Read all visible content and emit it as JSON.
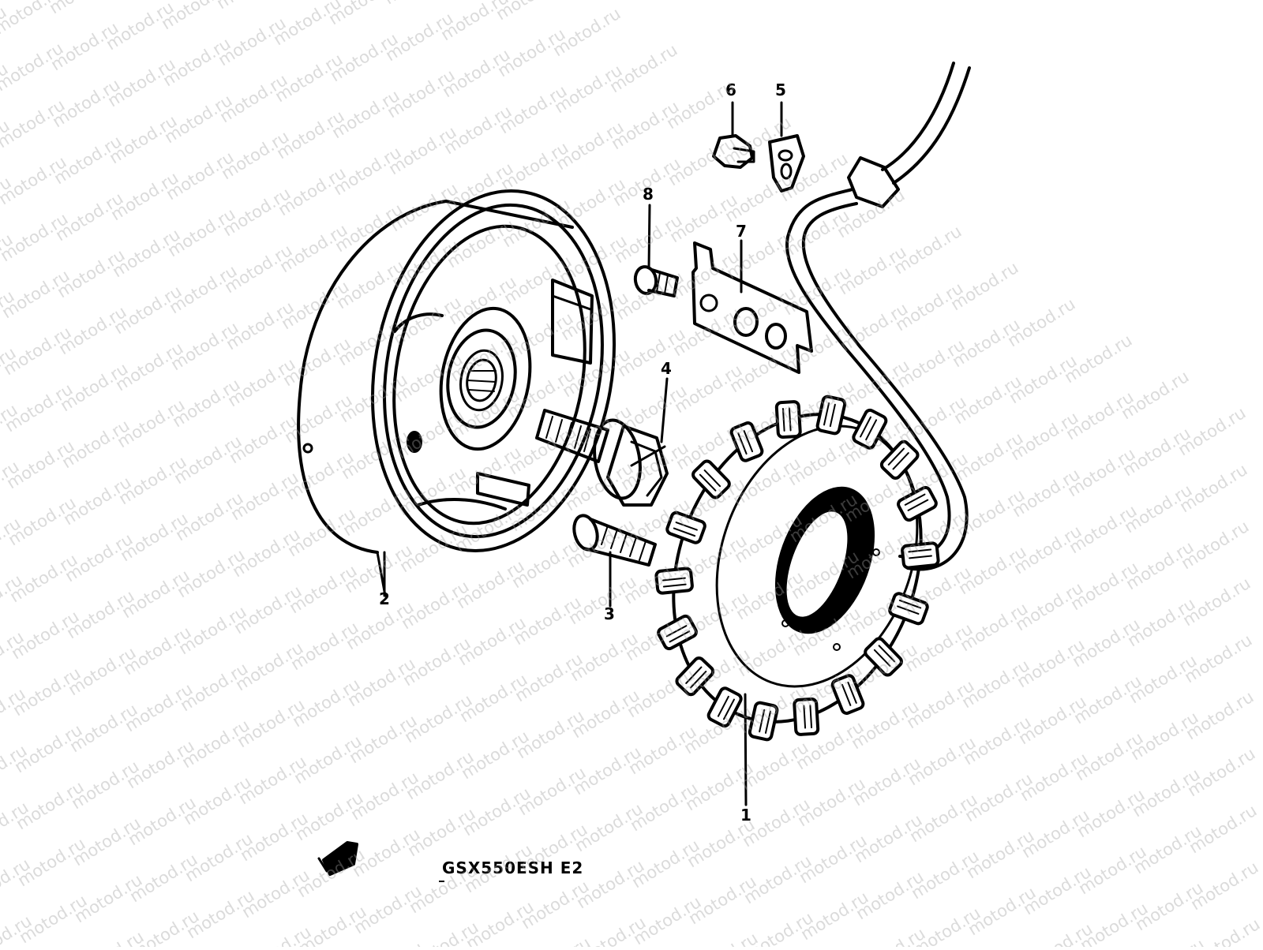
{
  "watermark": "motod.ru",
  "callouts": {
    "p1": "1",
    "p2": "2",
    "p3": "3",
    "p4": "4",
    "p5": "5",
    "p6": "6",
    "p7": "7",
    "p8": "8"
  },
  "model_code": "GSX550ESH E2",
  "colors": {
    "ink": "#000000",
    "background": "#ffffff",
    "watermark": "#a0a0a0"
  }
}
